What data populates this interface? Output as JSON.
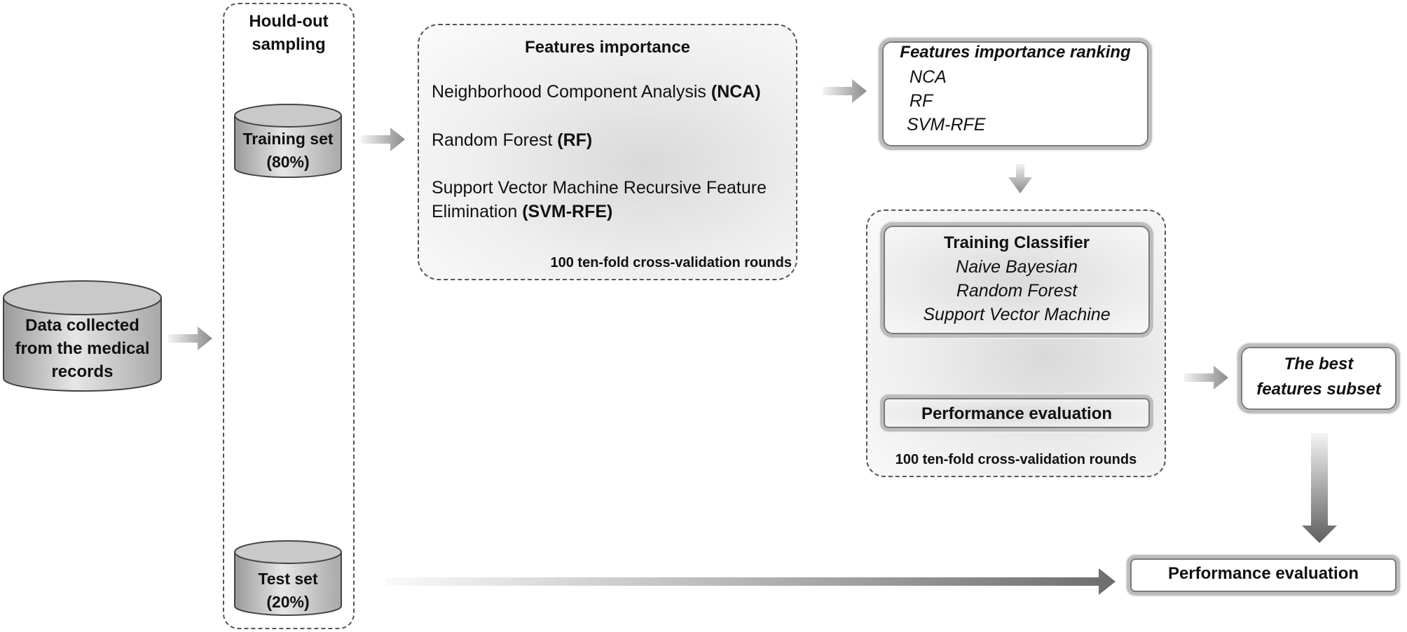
{
  "source": {
    "line1": "Data collected",
    "line2": "from the medical",
    "line3": "records"
  },
  "sampling": {
    "title_line1": "Hould-out",
    "title_line2": "sampling",
    "training_line1": "Training set",
    "training_line2": "(80%)",
    "test_line1": "Test set",
    "test_line2": "(20%)"
  },
  "features": {
    "title": "Features importance",
    "nca_text": "Neighborhood Component Analysis ",
    "nca_abbr": "(NCA)",
    "rf_text": "Random Forest ",
    "rf_abbr": "(RF)",
    "svm_line1": "Support Vector Machine Recursive Feature",
    "svm_line2": "Elimination ",
    "svm_abbr": "(SVM-RFE)",
    "rounds": "100 ten-fold cross-validation rounds"
  },
  "ranking": {
    "title": "Features importance ranking",
    "items": [
      "NCA",
      "RF",
      "SVM-RFE"
    ]
  },
  "classifier": {
    "title": "Training Classifier",
    "items": [
      "Naive Bayesian",
      "Random Forest",
      "Support Vector Machine"
    ],
    "evaluation": "Performance evaluation",
    "rounds": "100 ten-fold cross-validation rounds"
  },
  "best_subset": {
    "line1": "The best",
    "line2": "features subset"
  },
  "final_evaluation": "Performance evaluation"
}
